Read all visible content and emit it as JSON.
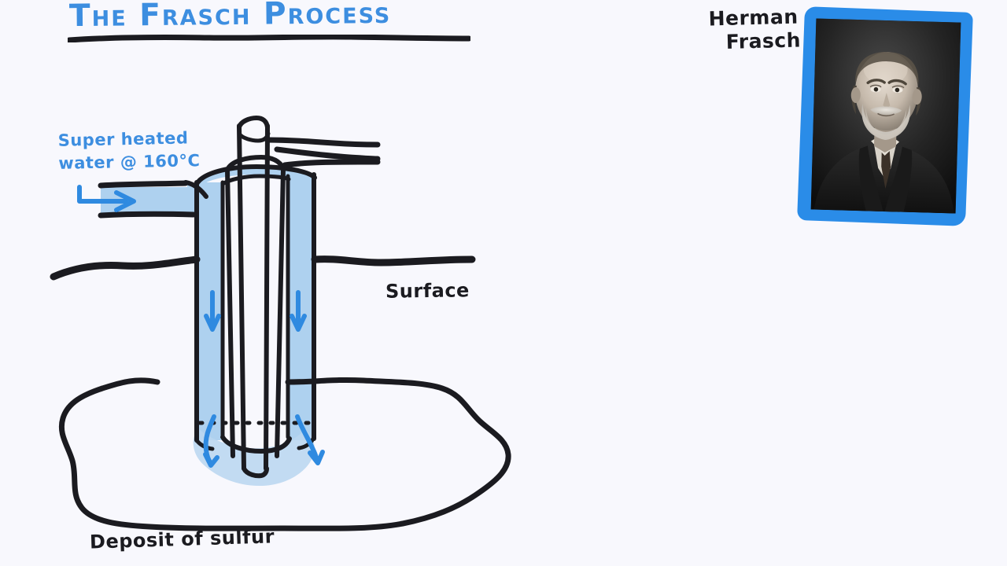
{
  "page": {
    "background_color": "#f8f8fd",
    "title": "The Frasch Process"
  },
  "colors": {
    "accent_blue": "#3d8ee0",
    "arrow_blue": "#2f8ae0",
    "water_fill": "#aed1ef",
    "ink_black": "#1b1b20",
    "frame_blue": "#2a8ce8",
    "background": "#f8f8fd"
  },
  "header": {
    "title": "The Frasch Process"
  },
  "portrait": {
    "name_line1": "Herman",
    "name_line2": "Frasch",
    "caption": "Herman Frasch",
    "photo_alt": "black-and-white portrait photograph of Herman Frasch"
  },
  "diagram": {
    "labels": {
      "superheated_line1": "Super heated",
      "superheated_line2": "water @ 160°C",
      "surface": "Surface",
      "deposit": "Deposit of sulfur"
    },
    "annotations": {
      "inlet_arrow": "water-inlet-arrow",
      "downflow_arrow_left": "water-downflow-arrow-left",
      "downflow_arrow_right": "water-downflow-arrow-right",
      "outflow_arrow_left": "water-outflow-arrow-left",
      "outflow_arrow_right": "water-outflow-arrow-right"
    },
    "parts": [
      "outer-casing-pipe",
      "middle-pipe",
      "inner-air-pipe",
      "sulfur-outlet-pipe",
      "compressed-air-outlet-pipe",
      "perforation-line",
      "ground-surface-line",
      "sulfur-deposit-outline",
      "molten-sulfur-pool"
    ]
  }
}
